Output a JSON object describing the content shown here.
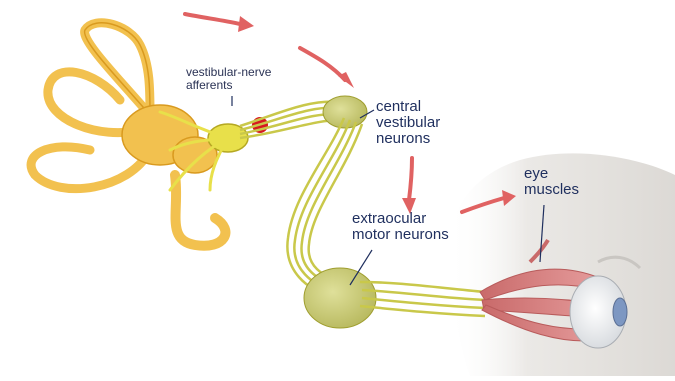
{
  "labels": {
    "vestibular_afferents": [
      "vestibular-nerve",
      "afferents"
    ],
    "central_neurons": [
      "central",
      "vestibular",
      "neurons"
    ],
    "motor_neurons": [
      "extraocular",
      "motor neurons"
    ],
    "eye_muscles": [
      "eye",
      "muscles"
    ]
  },
  "colors": {
    "labyrinth": "#f2c14f",
    "labyrinth_edge": "#d99a1f",
    "nerve": "#c9c84a",
    "nerve_edge": "#9f9e2e",
    "neuron_body": "#c8c96e",
    "muscle": "#d98a8a",
    "muscle_edge": "#b85b5b",
    "head": "#e7e5e1",
    "arrow": "#e06262",
    "stimulus_dot": "#d71920",
    "text": "#1f2f5e"
  }
}
